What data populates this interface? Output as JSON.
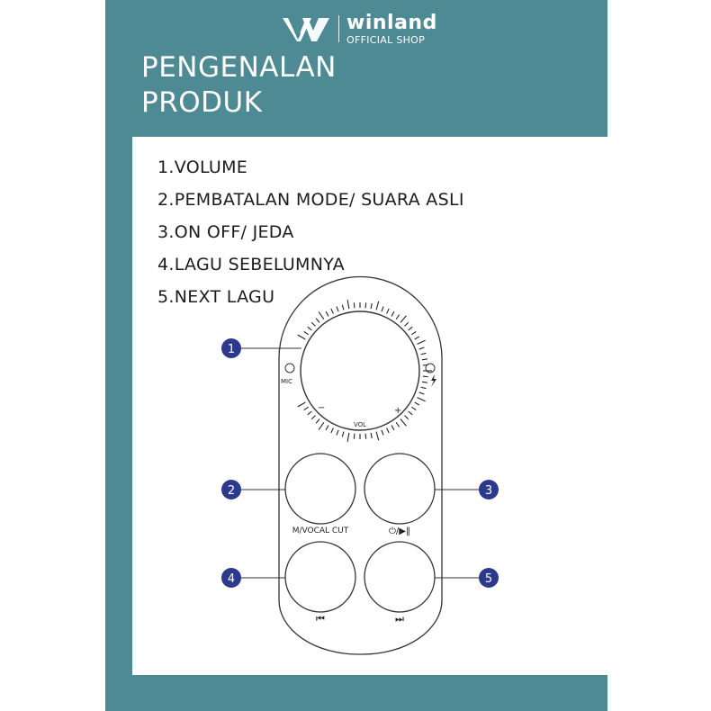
{
  "brand": {
    "name": "winland",
    "subtitle": "OFFICIAL SHOP",
    "logo_icon": "wv-monogram-icon"
  },
  "title": {
    "line1": "PENGENALAN",
    "line2": "PRODUK"
  },
  "features": [
    "1.VOLUME",
    "2.PEMBATALAN MODE/ SUARA ASLI",
    "3.ON OFF/ JEDA",
    "4.LAGU SEBELUMNYA",
    "5.NEXT LAGU"
  ],
  "device": {
    "mic_label": "MIC",
    "vol_label": "VOL",
    "minus_label": "−",
    "plus_label": "+",
    "mode_label": "M/VOCAL CUT",
    "play_label": "⏻/▶‖",
    "prev_label": "⏮",
    "next_label": "⏭"
  },
  "callouts": [
    "1",
    "2",
    "3",
    "4",
    "5"
  ],
  "colors": {
    "panel": "#4e8a93",
    "callout": "#2d3a8c",
    "line": "#333333"
  }
}
